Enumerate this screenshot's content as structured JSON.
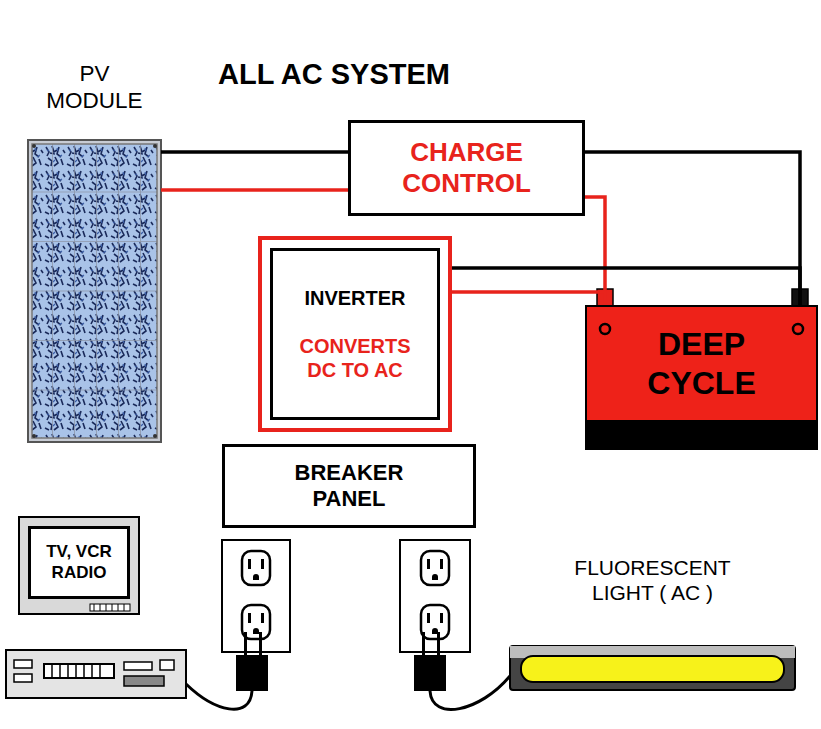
{
  "diagram": {
    "title": "ALL AC SYSTEM",
    "nodes": [
      {
        "text": [
          "PV MODULE"
        ]
      },
      {
        "text": [
          "CHARGE CONTROL"
        ]
      },
      {
        "text": [
          "INVERTER",
          "CONVERTS DC TO AC"
        ]
      },
      {
        "text": [
          "DEEP CYCLE"
        ]
      },
      {
        "text": [
          "BREAKER PANEL"
        ]
      },
      {
        "text": [
          "TV, VCR RADIO"
        ]
      },
      {
        "text": [
          "FLUORESCENT LIGHT ( AC )"
        ]
      }
    ],
    "edges": [
      {
        "from": 0,
        "to": 1,
        "arrow": "none"
      },
      {
        "from": 0,
        "to": 1,
        "arrow": "none"
      },
      {
        "from": 1,
        "to": 3,
        "arrow": "none"
      },
      {
        "from": 1,
        "to": 3,
        "arrow": "none"
      },
      {
        "from": 2,
        "to": 3,
        "arrow": "none"
      },
      {
        "from": 2,
        "to": 3,
        "arrow": "none"
      }
    ]
  }
}
